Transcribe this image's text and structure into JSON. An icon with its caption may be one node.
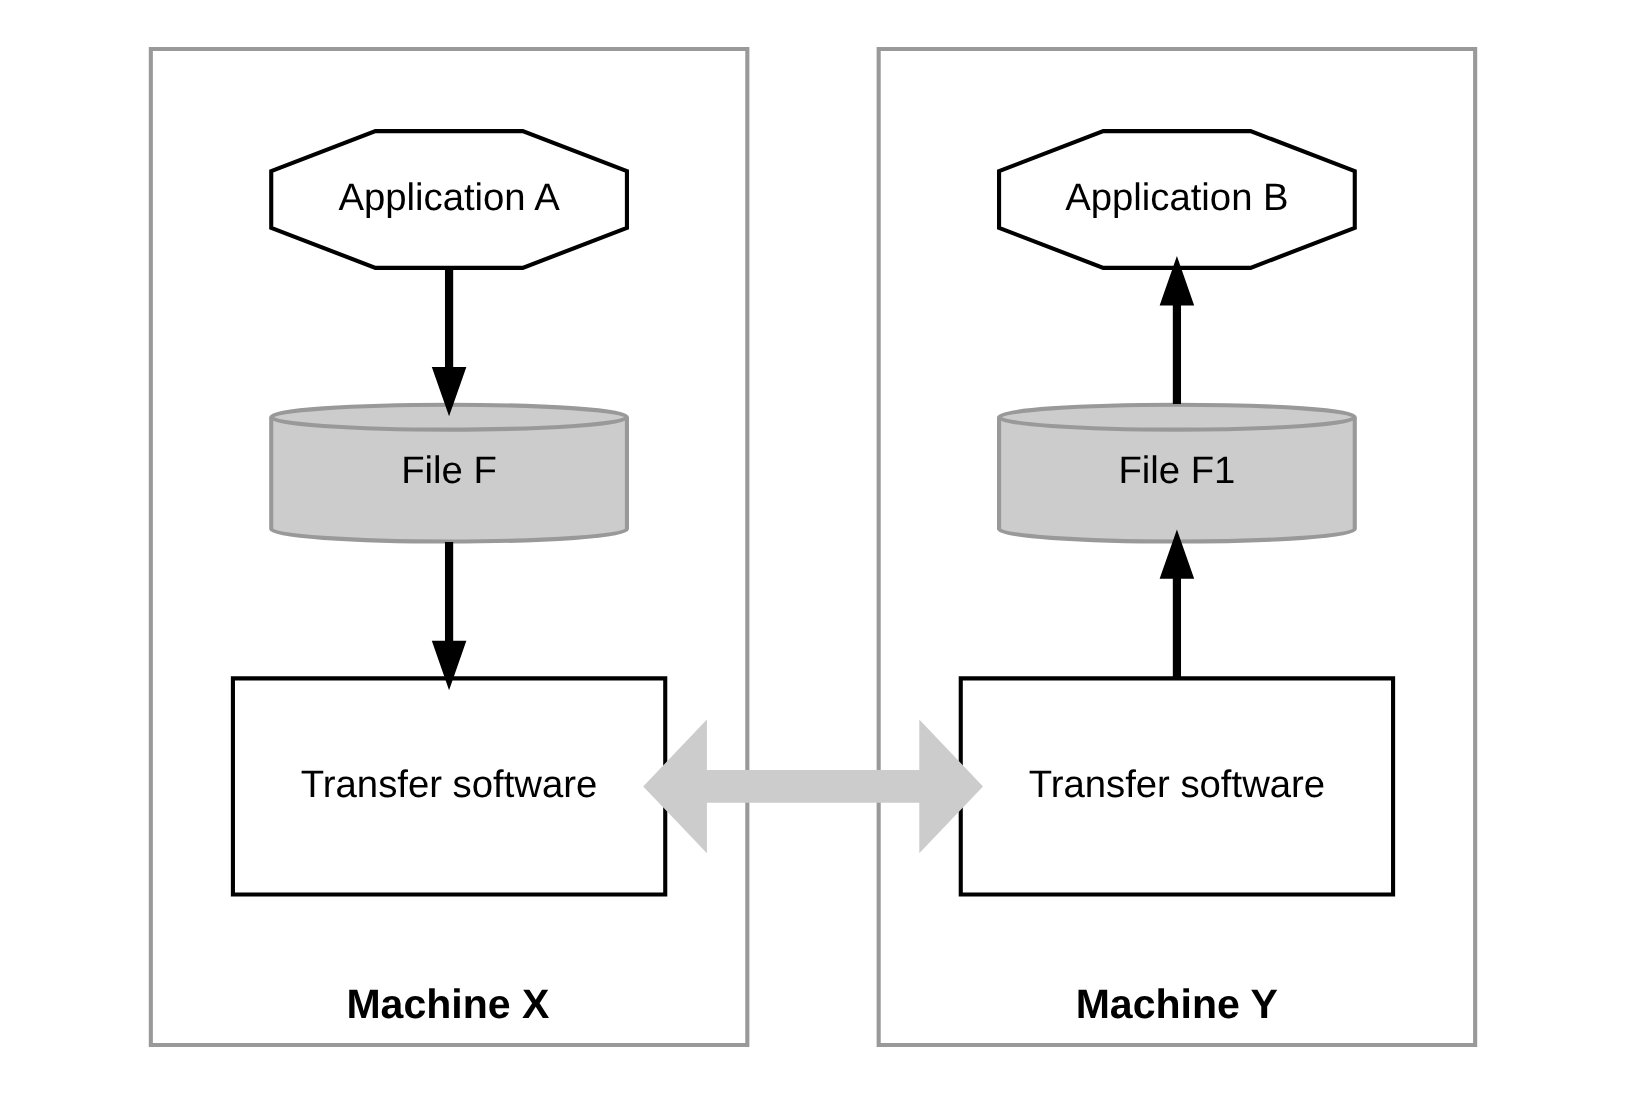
{
  "diagram": {
    "nodes": [
      {
        "text": [
          "Machine X"
        ]
      },
      {
        "text": [
          "Application A"
        ],
        "in": 0
      },
      {
        "text": [
          "File F"
        ],
        "in": 0
      },
      {
        "text": [
          "Transfer software"
        ],
        "in": 0
      },
      {
        "text": [
          "Machine Y"
        ]
      },
      {
        "text": [
          "Application B"
        ],
        "in": 4
      },
      {
        "text": [
          "File F1"
        ],
        "in": 4
      },
      {
        "text": [
          "Transfer software"
        ],
        "in": 4
      }
    ],
    "edges": [
      {
        "from": 1,
        "to": 2,
        "arrow": "to"
      },
      {
        "from": 2,
        "to": 3,
        "arrow": "to"
      },
      {
        "from": 3,
        "to": 7,
        "arrow": "both",
        "style": "thick",
        "color": "#cccccc"
      },
      {
        "from": 7,
        "to": 6,
        "arrow": "to"
      },
      {
        "from": 6,
        "to": 5,
        "arrow": "to"
      }
    ]
  }
}
